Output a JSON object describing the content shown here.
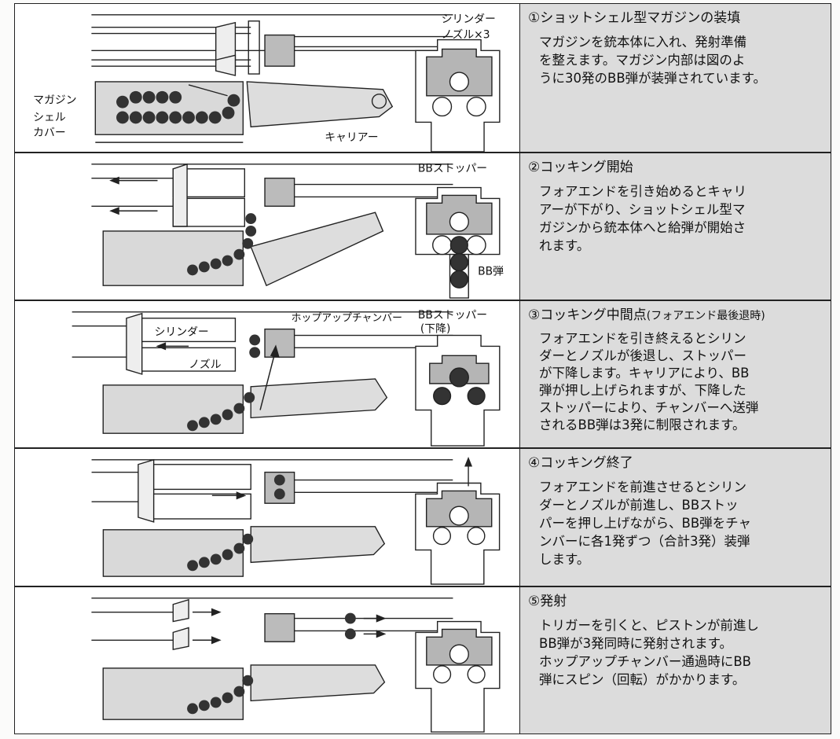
{
  "steps": [
    {
      "title": "①ショットシェル型マガジンの装填",
      "subtitle": "",
      "lines": [
        "マガジンを銃本体に入れ、発射準備",
        "を整えます。マガジン内部は図のよ",
        "うに30発のBB弾が装弾されています。"
      ],
      "labels": {
        "magazine": "マガジン",
        "shell": "シェル",
        "cover": "カバー",
        "carrier": "キャリアー",
        "cyl": "シリンダー",
        "nozzle3": "ノズル×3"
      }
    },
    {
      "title": "②コッキング開始",
      "subtitle": "",
      "lines": [
        "フォアエンドを引き始めるとキャリ",
        "アーが下がり、ショットシェル型マ",
        "ガジンから銃本体へと給弾が開始さ",
        "れます。"
      ],
      "labels": {
        "stopper": "BBストッパー",
        "bb": "BB弾"
      }
    },
    {
      "title": "③コッキング中間点",
      "subtitle": "(フォアエンド最後退時)",
      "lines": [
        "フォアエンドを引き終えるとシリン",
        "ダーとノズルが後退し、ストッパー",
        "が下降します。キャリアにより、BB",
        "弾が押し上げられますが、下降した",
        "ストッパーにより、チャンバーへ送弾",
        "されるBB弾は3発に制限されます。"
      ],
      "labels": {
        "cyl": "シリンダー",
        "nozzle": "ノズル",
        "hop": "ホップアップチャンバー",
        "stopper": "BBストッパー",
        "down": "(下降)"
      }
    },
    {
      "title": "④コッキング終了",
      "subtitle": "",
      "lines": [
        "フォアエンドを前進させるとシリン",
        "ダーとノズルが前進し、BBストッ",
        "パーを押し上げながら、BB弾をチャ",
        "ンバーに各1発ずつ（合計3発）装弾",
        "します。"
      ],
      "labels": {}
    },
    {
      "title": "⑤発射",
      "subtitle": "",
      "lines": [
        "トリガーを引くと、ピストンが前進し",
        "BB弾が3発同時に発射されます。",
        "ホップアップチャンバー通過時にBB",
        "弾にスピン（回転）がかかります。"
      ],
      "labels": {}
    }
  ]
}
